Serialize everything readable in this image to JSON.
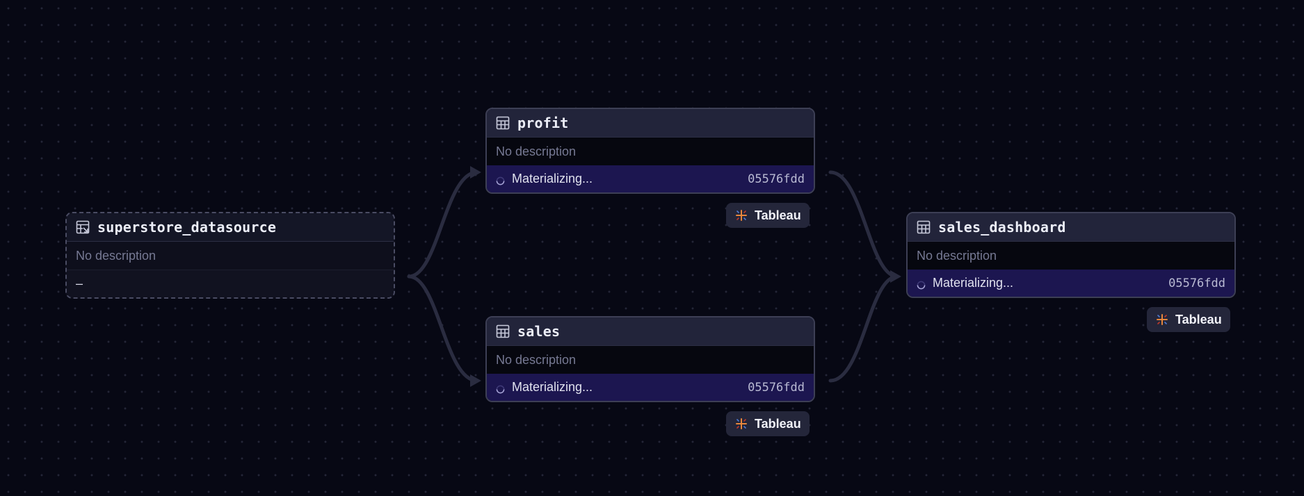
{
  "canvas": {
    "background": "#070814",
    "dot_color": "#8c91b4"
  },
  "nodes": {
    "superstore_datasource": {
      "title": "superstore_datasource",
      "description": "No description",
      "status": "–",
      "icon": "table-source-icon",
      "style": "dashed"
    },
    "profit": {
      "title": "profit",
      "description": "No description",
      "status": "Materializing...",
      "hash": "05576fdd",
      "icon": "table-grid-icon",
      "badge": "Tableau"
    },
    "sales": {
      "title": "sales",
      "description": "No description",
      "status": "Materializing...",
      "hash": "05576fdd",
      "icon": "table-grid-icon",
      "badge": "Tableau"
    },
    "sales_dashboard": {
      "title": "sales_dashboard",
      "description": "No description",
      "status": "Materializing...",
      "hash": "05576fdd",
      "icon": "table-grid-icon",
      "badge": "Tableau"
    }
  },
  "edges": [
    {
      "from": "superstore_datasource",
      "to": "profit"
    },
    {
      "from": "superstore_datasource",
      "to": "sales"
    },
    {
      "from": "profit",
      "to": "sales_dashboard"
    },
    {
      "from": "sales",
      "to": "sales_dashboard"
    }
  ],
  "colors": {
    "status_bar": "#1c1650",
    "header": "#22243a",
    "edge": "#2a2c40",
    "badge_bg": "#24263a"
  }
}
